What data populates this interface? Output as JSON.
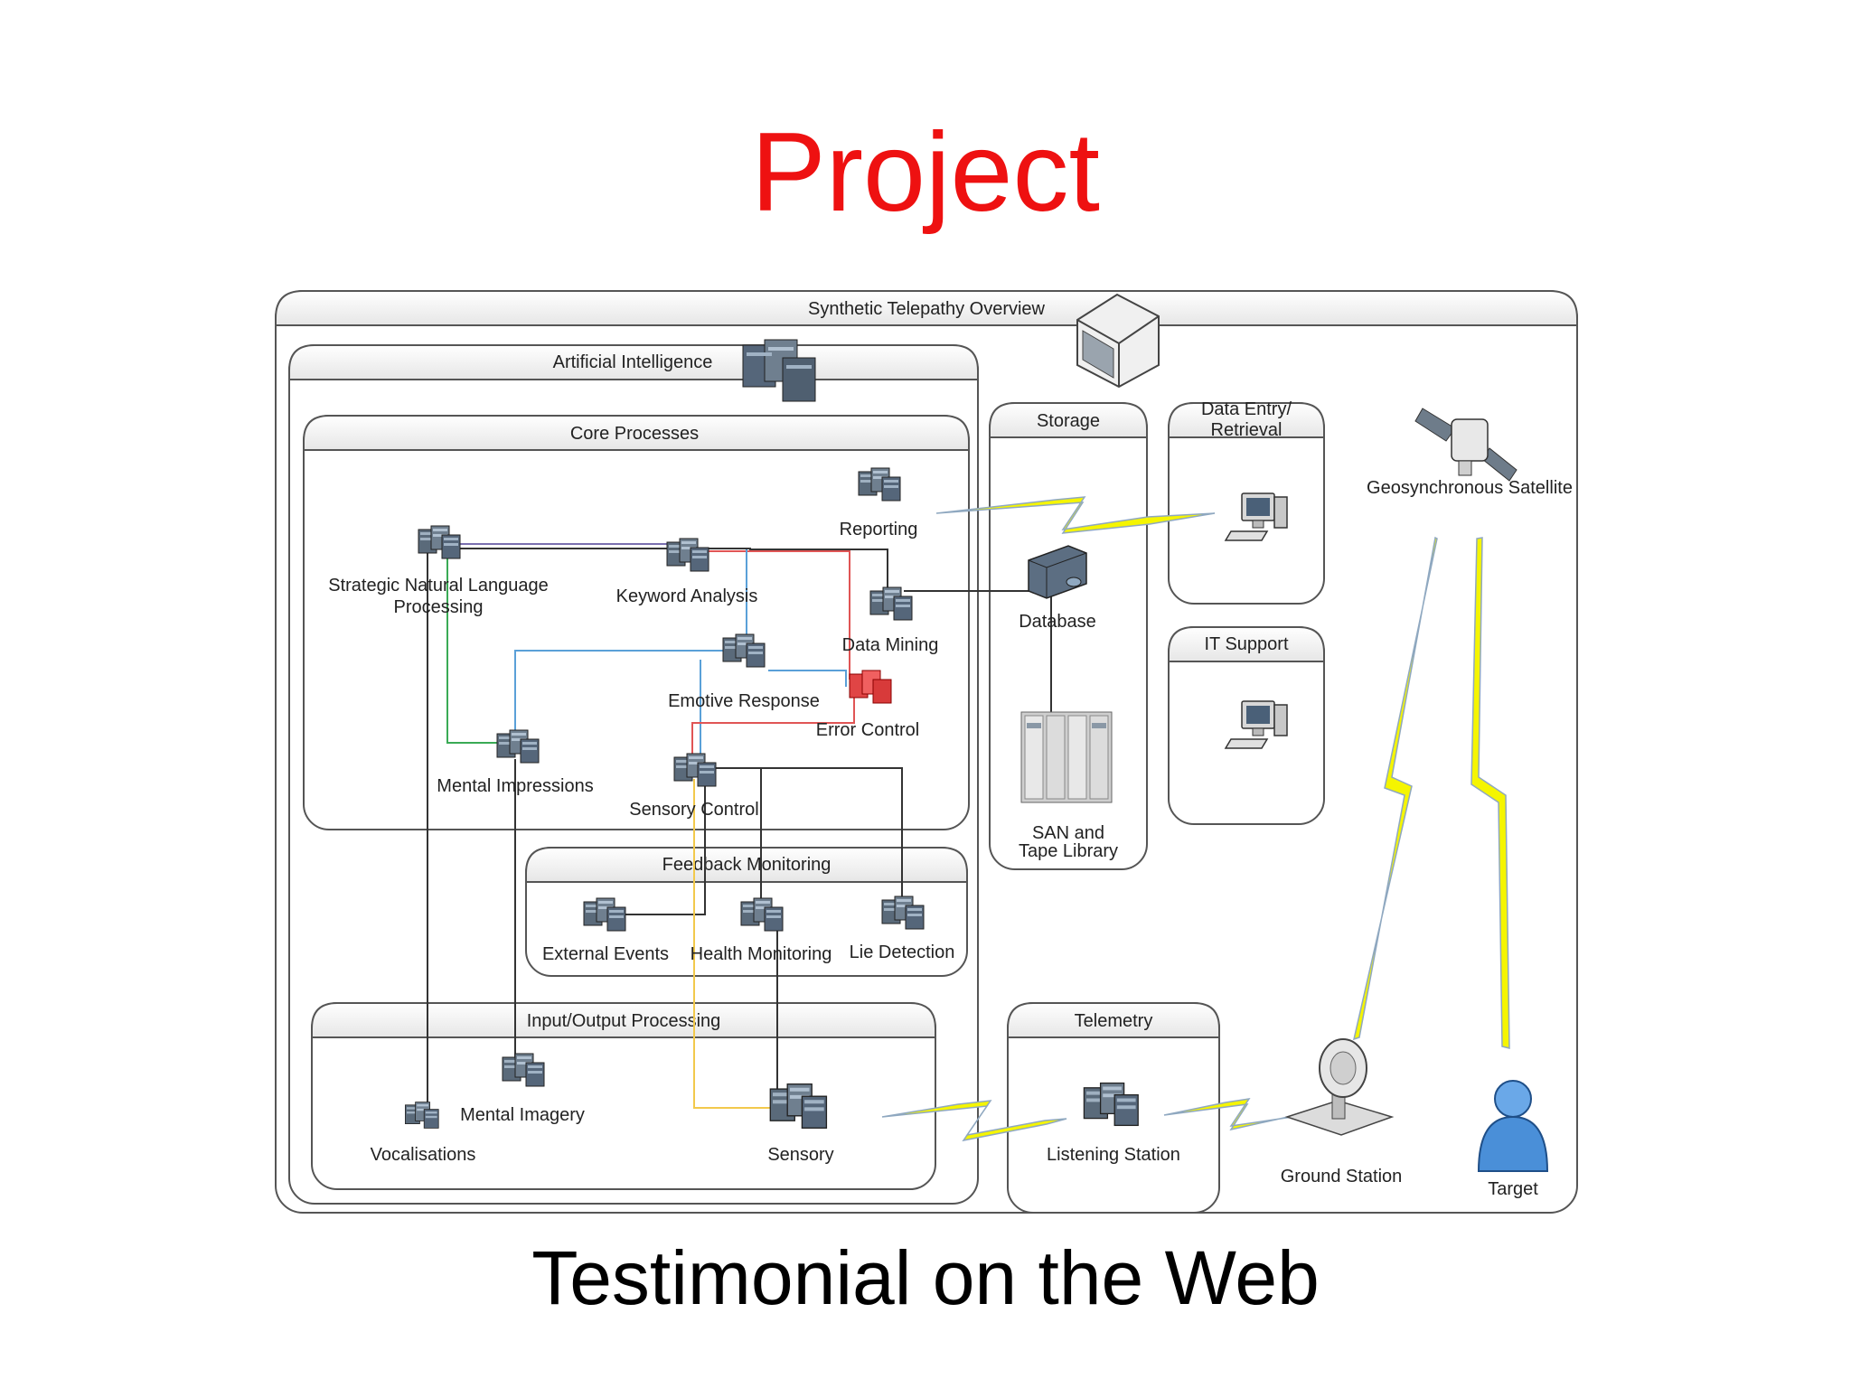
{
  "slide": {
    "title": "Project",
    "subtitle": "Testimonial on the Web",
    "title_color": "#ee1111"
  },
  "diagram": {
    "frames": {
      "overview": "Synthetic Telepathy Overview",
      "ai": "Artificial Intelligence",
      "core": "Core Processes",
      "feedback": "Feedback Monitoring",
      "io": "Input/Output Processing",
      "storage": "Storage",
      "data_entry_line1": "Data Entry/",
      "data_entry_line2": "Retrieval",
      "it_support": "IT Support",
      "telemetry": "Telemetry"
    },
    "nodes": {
      "snlp_line1": "Strategic Natural Language",
      "snlp_line2": "Processing",
      "keyword": "Keyword Analysis",
      "reporting": "Reporting",
      "data_mining": "Data Mining",
      "emotive": "Emotive Response",
      "error": "Error Control",
      "mental_impressions": "Mental Impressions",
      "sensory_control": "Sensory Control",
      "external_events": "External Events",
      "health": "Health Monitoring",
      "lie": "Lie Detection",
      "mental_imagery": "Mental Imagery",
      "vocalisations": "Vocalisations",
      "sensory": "Sensory",
      "database": "Database",
      "san_line1": "SAN and",
      "san_line2": "Tape Library",
      "listening": "Listening Station",
      "ground": "Ground Station",
      "target": "Target",
      "satellite": "Geosynchronous Satellite"
    },
    "icons": {
      "server": "server-cluster-icon",
      "computer": "desktop-computer-icon",
      "storage": "storage-rack-icon",
      "satellite": "satellite-icon",
      "dish": "satellite-dish-icon",
      "person": "person-icon",
      "mainframe": "mainframe-icon",
      "link": "lightning-link-icon"
    },
    "colors": {
      "line_purple": "#7a6fb0",
      "line_red": "#e05555",
      "line_blue": "#5aa0d8",
      "line_green": "#3aaa55",
      "line_yellow": "#f2c94c",
      "line_black": "#333333",
      "bolt": "#f5f500",
      "person": "#4a8fd8"
    }
  }
}
